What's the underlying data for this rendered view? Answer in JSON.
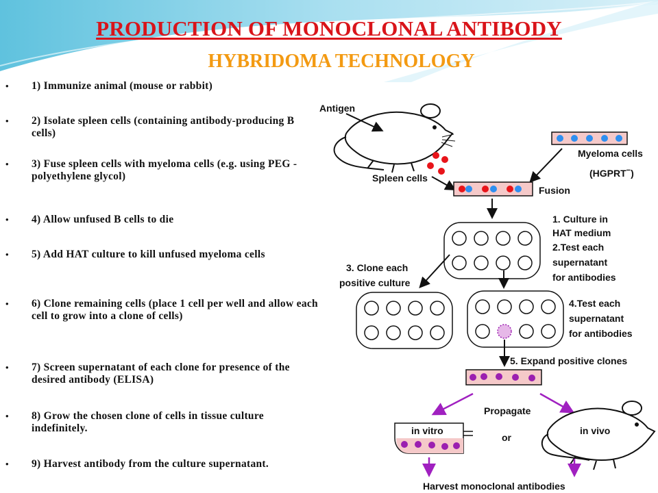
{
  "title": "PRODUCTION OF MONOCLONAL ANTIBODY",
  "subtitle": "HYBRIDOMA TECHNOLOGY",
  "steps": [
    {
      "text": "1) Immunize animal (mouse or rabbit)"
    },
    {
      "text": "2) Isolate spleen cells (containing antibody-producing B cells)"
    },
    {
      "text": "3) Fuse spleen cells with myeloma cells (e.g. using PEG - polyethylene glycol)"
    },
    {
      "text": "4) Allow unfused B cells to die"
    },
    {
      "text": "5) Add HAT culture to kill unfused myeloma cells"
    },
    {
      "text": "6) Clone remaining cells (place 1 cell per well and allow each cell to grow into a clone of cells)"
    },
    {
      "text": "7) Screen supernatant of each clone for presence of the desired antibody (ELISA)"
    },
    {
      "text": "8) Grow the chosen clone of cells in tissue culture indefinitely."
    },
    {
      "text": "9) Harvest antibody from the culture supernatant."
    }
  ],
  "diagram": {
    "antigen": "Antigen",
    "spleen_cells": "Spleen cells",
    "myeloma_cells": "Myeloma cells",
    "hgprt": "(HGPRT",
    "hgprt_sup": "−",
    "hgprt_close": ")",
    "fusion": "Fusion",
    "culture_lines": [
      "1. Culture in",
      "HAT medium",
      "2.Test each",
      "supernatant",
      "for antibodies"
    ],
    "clone_lines": [
      "3. Clone each",
      "positive culture"
    ],
    "test_lines": [
      "4.Test each",
      "supernatant",
      "for antibodies"
    ],
    "expand": "5. Expand positive clones",
    "propagate": "Propagate",
    "in_vitro": "in vitro",
    "or": "or",
    "in_vivo": "in vivo",
    "harvest": "Harvest monoclonal antibodies"
  },
  "colors": {
    "title": "#d9141a",
    "subtitle": "#f39a12",
    "b_cell": "#e8141a",
    "myeloma": "#2f8ff0",
    "hybridoma": "#9b1fb0",
    "arrow_purple": "#a020c0",
    "tube": "#f5c9c9"
  }
}
